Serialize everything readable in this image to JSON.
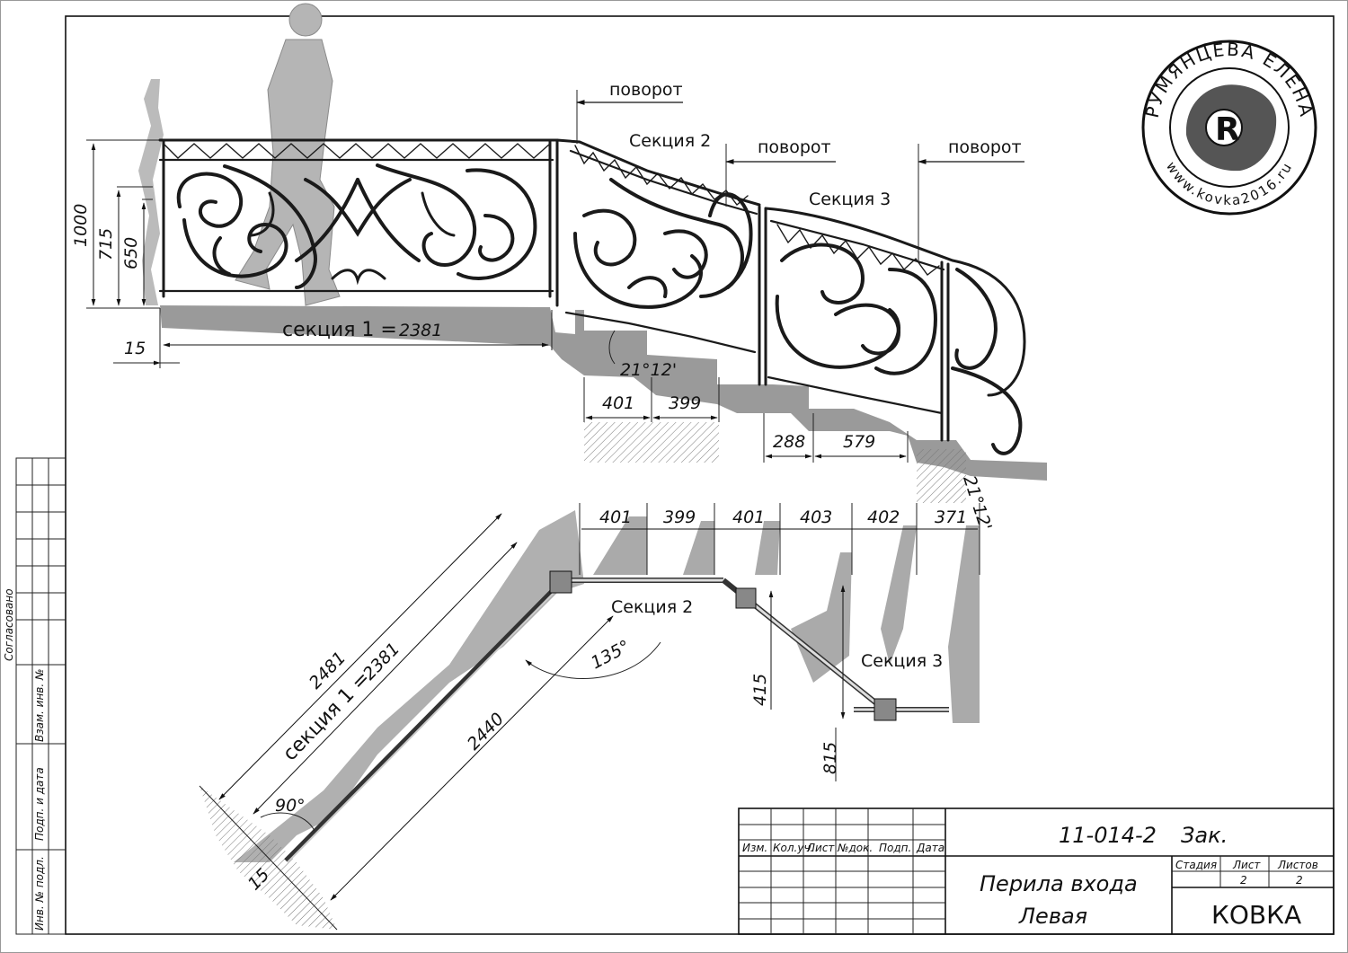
{
  "elevation": {
    "turn_labels": [
      "поворот",
      "поворот",
      "поворот"
    ],
    "section2_label": "Секция 2",
    "section3_label": "Секция 3",
    "section1_prefix": "секция 1 =",
    "section1_length": "2381",
    "height_1000": "1000",
    "height_715": "715",
    "height_650": "650",
    "offset_15": "15",
    "angle": "21°12'",
    "step_401": "401",
    "step_399": "399",
    "step_288": "288",
    "step_579": "579",
    "angle_right": "21°12'"
  },
  "plan": {
    "top_dims": [
      "401",
      "399",
      "401",
      "403",
      "402",
      "371"
    ],
    "section2_label": "Секция 2",
    "section3_label": "Секция 3",
    "angle_135": "135°",
    "angle_90": "90°",
    "dim_2481": "2481",
    "section1_prefix": "секция 1 =",
    "section1_length": "2381",
    "dim_2440": "2440",
    "dim_415": "415",
    "dim_815": "815",
    "dim_15": "15"
  },
  "stamp": {
    "ring_top": "РУМЯНЦЕВА ЕЛЕНА",
    "ring_bottom": "www.kovka2016.ru",
    "monogram": "R"
  },
  "side_block": {
    "agreed": "Согласовано",
    "swap_inv": "Взам. инв. №",
    "sign_date": "Подп. и дата",
    "inv_orig": "Инв. № подл."
  },
  "title_block": {
    "doc_number": "11-014-2",
    "order": "Зак.",
    "col_headers": [
      "Изм.",
      "Кол.уч.",
      "Лист",
      "№док.",
      "Подп.",
      "Дата"
    ],
    "title_line1": "Перила входа",
    "title_line2": "Левая",
    "stage_label": "Стадия",
    "sheet_label": "Лист",
    "sheets_label": "Листов",
    "sheet_value": "2",
    "sheets_value": "2",
    "org": "КОВКА"
  }
}
